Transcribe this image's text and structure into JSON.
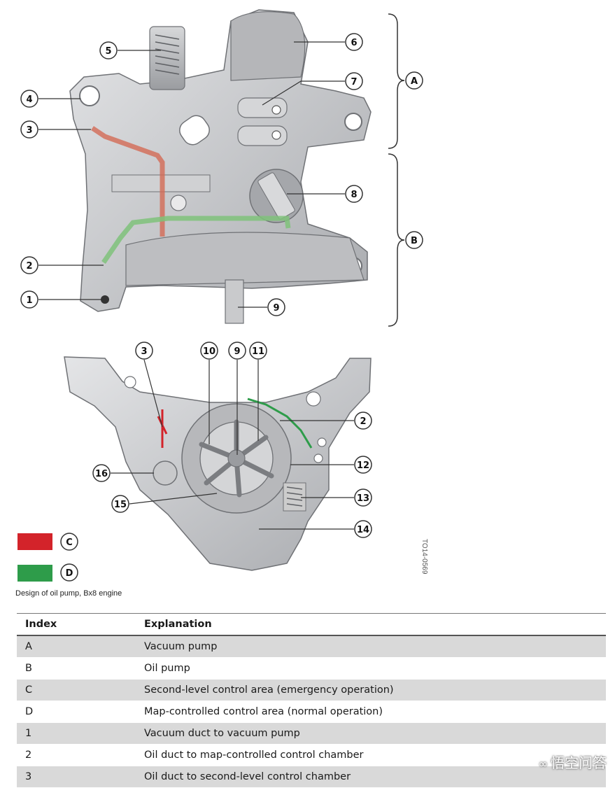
{
  "figure": {
    "callouts_top": [
      "1",
      "2",
      "3",
      "4",
      "5",
      "6",
      "7",
      "8",
      "9"
    ],
    "brackets": [
      "A",
      "B"
    ],
    "callouts_bottom": [
      "2",
      "3",
      "9",
      "10",
      "11",
      "12",
      "13",
      "14",
      "15",
      "16"
    ],
    "legend": [
      {
        "letter": "C",
        "color": "#d3232a"
      },
      {
        "letter": "D",
        "color": "#2e9c4a"
      }
    ],
    "ref_code": "TO14-0569",
    "caption": "Design of oil pump, Bx8 engine"
  },
  "colors": {
    "red_duct": "#d36a55",
    "green_duct": "#7fc27a",
    "metal": "#c8c9cb",
    "metal_dark": "#8c8e92"
  },
  "table": {
    "headers": {
      "index": "Index",
      "explanation": "Explanation"
    },
    "rows": [
      {
        "index": "A",
        "explanation": "Vacuum pump"
      },
      {
        "index": "B",
        "explanation": "Oil pump"
      },
      {
        "index": "C",
        "explanation": "Second-level control area (emergency operation)"
      },
      {
        "index": "D",
        "explanation": "Map-controlled control area (normal operation)"
      },
      {
        "index": "1",
        "explanation": "Vacuum duct to vacuum pump"
      },
      {
        "index": "2",
        "explanation": "Oil duct to map-controlled control chamber"
      },
      {
        "index": "3",
        "explanation": "Oil duct to second-level control chamber"
      }
    ]
  },
  "watermark": {
    "icon": "chat-bubbles-icon",
    "text": "悟空问答"
  }
}
